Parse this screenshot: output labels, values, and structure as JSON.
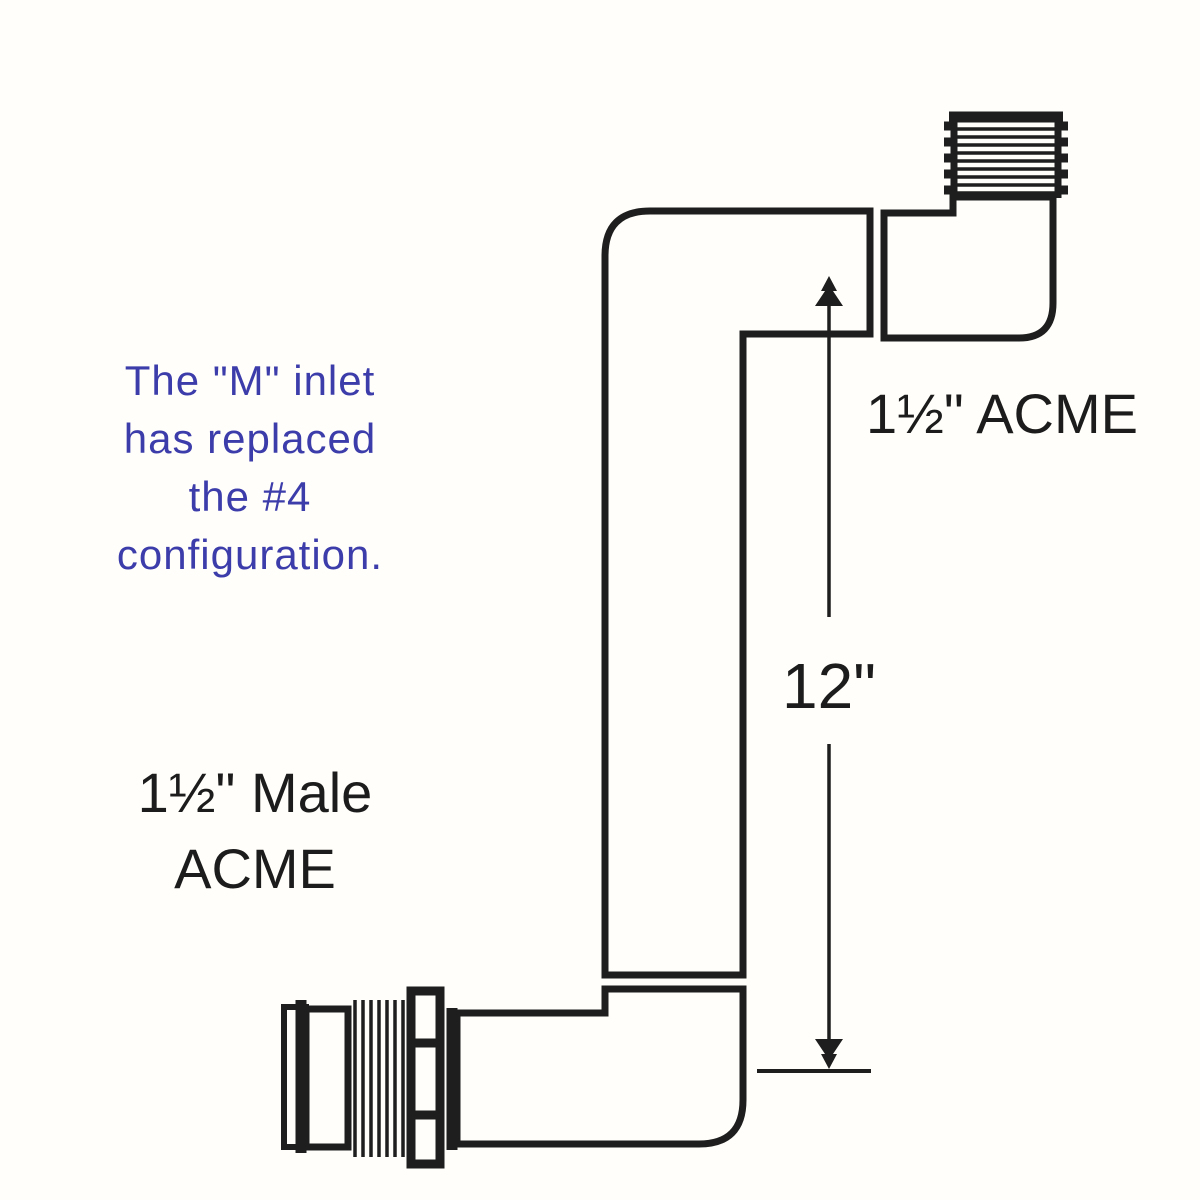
{
  "colors": {
    "background": "#fffefa",
    "line": "#1e1e1e",
    "note_text": "#3c3cab",
    "label_text": "#1c1c1c"
  },
  "note": {
    "text": "The \"M\" inlet\nhas replaced\nthe #4\nconfiguration."
  },
  "labels": {
    "top_fitting": "1½\" ACME",
    "dimension": "12\"",
    "bottom_fitting": "1½\" Male\nACME"
  }
}
